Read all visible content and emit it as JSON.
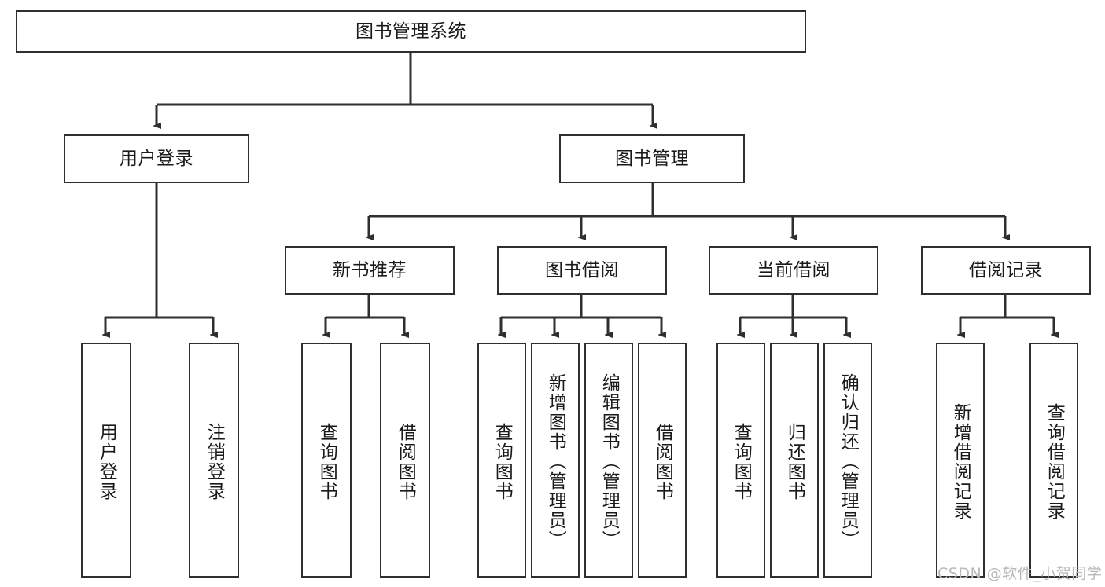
{
  "diagram": {
    "title": "图书管理系统",
    "type": "tree-hierarchy-chart",
    "root": {
      "label": "图书管理系统"
    },
    "level2": [
      {
        "label": "用户登录"
      },
      {
        "label": "图书管理"
      }
    ],
    "level3": [
      {
        "label": "新书推荐"
      },
      {
        "label": "图书借阅"
      },
      {
        "label": "当前借阅"
      },
      {
        "label": "借阅记录"
      }
    ],
    "leaves": {
      "user_login": [
        {
          "label": "用户登录"
        },
        {
          "label": "注销登录"
        }
      ],
      "new_book_recommend": [
        {
          "label": "查询图书"
        },
        {
          "label": "借阅图书"
        }
      ],
      "book_borrow": [
        {
          "label": "查询图书"
        },
        {
          "label": "新增图书（管理员）"
        },
        {
          "label": "编辑图书（管理员）"
        },
        {
          "label": "借阅图书"
        }
      ],
      "current_borrow": [
        {
          "label": "查询图书"
        },
        {
          "label": "归还图书"
        },
        {
          "label": "确认归还（管理员）"
        }
      ],
      "borrow_record": [
        {
          "label": "新增借阅记录"
        },
        {
          "label": "查询借阅记录"
        }
      ]
    }
  },
  "watermark": {
    "text": "CSDN @软件_小贺同学"
  },
  "colors": {
    "box_border": "#2f2f2f",
    "box_fill": "#ffffff",
    "connector": "#2f2f2f",
    "text": "#1a1a1a",
    "watermark": "#b9b9b9"
  }
}
